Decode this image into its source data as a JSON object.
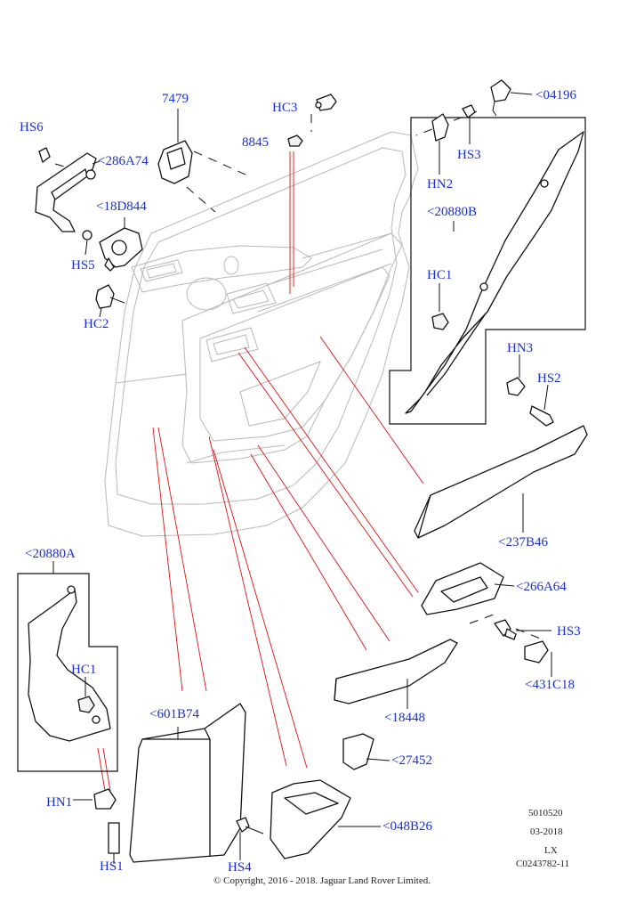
{
  "colors": {
    "callout": "#1a2fd6",
    "guide_line": "#e01010",
    "outline": "#111111",
    "ghost_panel": "#b8b8b8"
  },
  "callouts": {
    "c7479": "7479",
    "hc3_top": "HC3",
    "c04196": "<04196",
    "hs6": "HS6",
    "c286a74": "<286A74",
    "c8845": "8845",
    "hs3_top": "HS3",
    "hn2": "HN2",
    "c18d844": "<18D844",
    "hs5": "HS5",
    "c20880b": "<20880B",
    "hc1_right": "HC1",
    "hc2": "HC2",
    "hn3": "HN3",
    "hs2": "HS2",
    "c237b46": "<237B46",
    "c20880a": "<20880A",
    "c266a64": "<266A64",
    "hs3_mid": "HS3",
    "hc1_left": "HC1",
    "c431c18": "<431C18",
    "c18448": "<18448",
    "c601b74": "<601B74",
    "c27452": "<27452",
    "hn1": "HN1",
    "c048b26": "<048B26",
    "hs1": "HS1",
    "hs4": "HS4"
  },
  "meta": {
    "number": "5010520",
    "date": "03-2018",
    "model": "LX",
    "code": "C0243782-11",
    "copyright": "© Copyright, 2016 - 2018. Jaguar Land Rover Limited."
  }
}
